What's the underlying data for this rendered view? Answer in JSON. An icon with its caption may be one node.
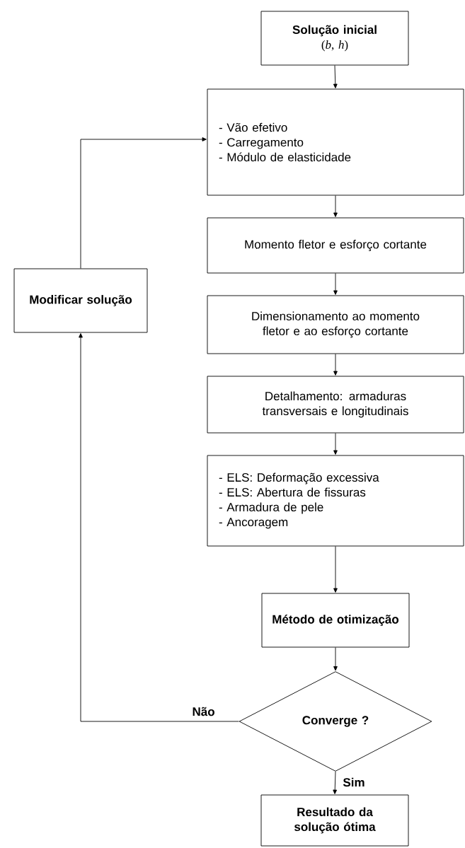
{
  "diagram": {
    "nodes": [
      {
        "text": [
          "Solução inicial",
          "(*b*, *h*)"
        ]
      },
      {
        "text": [
          "- Vão efetivo",
          "- Carregamento",
          "- Módulo de elasticidade"
        ]
      },
      {
        "text": [
          "Momento fletor e esforço cortante"
        ]
      },
      {
        "text": [
          "Dimensionamento ao momento fletor e ao esforço cortante"
        ]
      },
      {
        "text": [
          "Detalhamento: armaduras transversais e longitudinais"
        ]
      },
      {
        "text": [
          "- ELS: Deformação excessiva",
          "- ELS: Abertura de fissuras",
          "- Armadura de pele",
          "- Ancoragem"
        ]
      },
      {
        "text": [
          "Método de otimização"
        ]
      },
      {
        "text": [
          "Converge ?"
        ]
      },
      {
        "text": [
          "Resultado da solução ótima"
        ]
      },
      {
        "text": [
          "Modificar solução"
        ]
      }
    ],
    "edges": [
      {
        "from": 0,
        "to": 1,
        "arrow": "to"
      },
      {
        "from": 1,
        "to": 2,
        "arrow": "to"
      },
      {
        "from": 2,
        "to": 3,
        "arrow": "to"
      },
      {
        "from": 3,
        "to": 4,
        "arrow": "to"
      },
      {
        "from": 4,
        "to": 5,
        "arrow": "to"
      },
      {
        "from": 5,
        "to": 6,
        "arrow": "to"
      },
      {
        "from": 6,
        "to": 7,
        "arrow": "to"
      },
      {
        "from": 7,
        "to": 8,
        "arrow": "to",
        "label": "Sim"
      },
      {
        "from": 7,
        "to": 9,
        "arrow": "to",
        "label": "Não"
      },
      {
        "from": 9,
        "to": 1,
        "arrow": "to"
      }
    ]
  }
}
